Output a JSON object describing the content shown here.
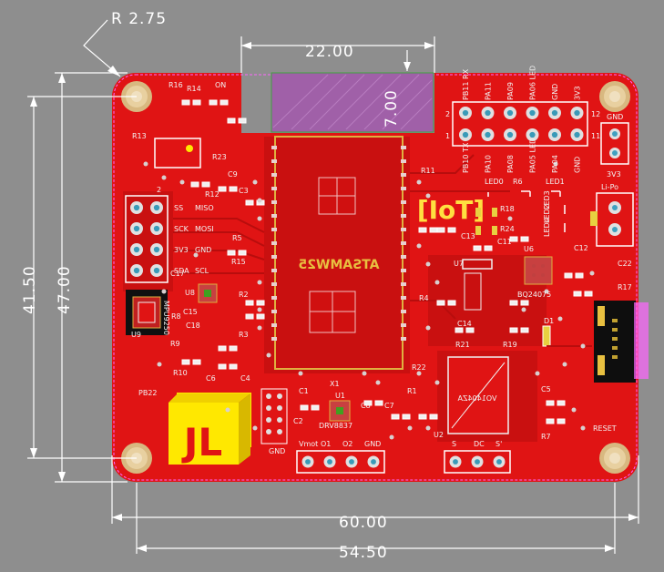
{
  "dimensions": {
    "radius": "R 2.75",
    "cutout_width": "22.00",
    "cutout_height": "7.00",
    "height_inner": "41.50",
    "height_outer": "47.00",
    "width_outer": "60.00",
    "width_inner": "54.50"
  },
  "board": {
    "module_label": "ATSAMW25",
    "iot_label": "[IoT]",
    "reset_label": "RESET",
    "regulator_label": "VO1404ZA",
    "ref_designators": [
      "R16",
      "R14",
      "ON",
      "R13",
      "R23",
      "C9",
      "R12",
      "C3",
      "R5",
      "R15",
      "C17",
      "R2",
      "R3",
      "R9",
      "R10",
      "C6",
      "C4",
      "C5",
      "R22",
      "C1",
      "C2",
      "X1",
      "C8",
      "C7",
      "R1",
      "U2",
      "C13",
      "C11",
      "U6",
      "U7",
      "R4",
      "C14",
      "R21",
      "R19",
      "D1",
      "R11",
      "R6",
      "R18",
      "R24",
      "C12",
      "C22",
      "R17",
      "R8",
      "R7",
      "U1",
      "U8",
      "U9",
      "C18",
      "C15"
    ],
    "top_header_upper": [
      "PB11 RX",
      "PA11",
      "PA09",
      "PA06 LED",
      "GND",
      "3V3"
    ],
    "top_header_lower": [
      "PB10 TX",
      "PA10",
      "PA08",
      "PA05 LED",
      "PA04",
      "GND"
    ],
    "header_pins": [
      "2",
      "12",
      "1",
      "11"
    ],
    "gnd_header": [
      "GND",
      "3V3"
    ],
    "left_header": [
      "SS",
      "MISO",
      "SCK",
      "MOSI",
      "3V3",
      "GND",
      "SDA",
      "SCL"
    ],
    "left_header_num": "2",
    "bottom_header_a": [
      "Vmot",
      "O1",
      "O2",
      "GND"
    ],
    "bottom_header_b": [
      "S",
      "DC",
      "S'"
    ],
    "battery_label": "Li-Po",
    "leds": [
      "LED0",
      "LED1",
      "LED2",
      "LED3",
      "LED4"
    ],
    "logo_text": "JL",
    "small_labels": [
      "GND",
      "PB22",
      "DRV8837",
      "BQ24075",
      "MPU9250"
    ]
  },
  "colors": {
    "background": "#8e8e8e",
    "board": "#e01414",
    "copper": "#c81010",
    "pad": "#cfa040",
    "silkscreen": "#f2f2f2",
    "outline": "#ff66ff",
    "logo": "#ffe800"
  }
}
